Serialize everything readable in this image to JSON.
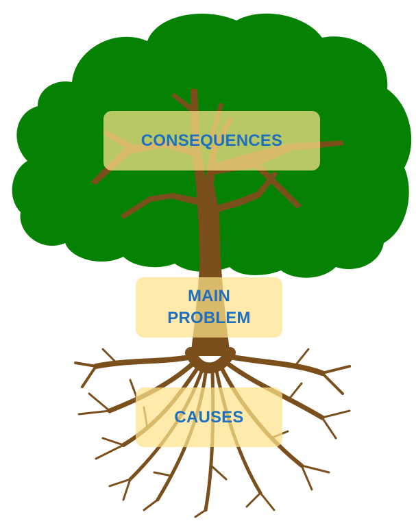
{
  "labels": {
    "consequences": "CONSEQUENCES",
    "main_problem_line1": "MAIN",
    "main_problem_line2": "PROBLEM",
    "causes": "CAUSES"
  },
  "colors": {
    "foliage": "#058204",
    "trunk": "#7a4f1c",
    "label_text": "#1f6fbf",
    "label_box": "#fde38a"
  }
}
